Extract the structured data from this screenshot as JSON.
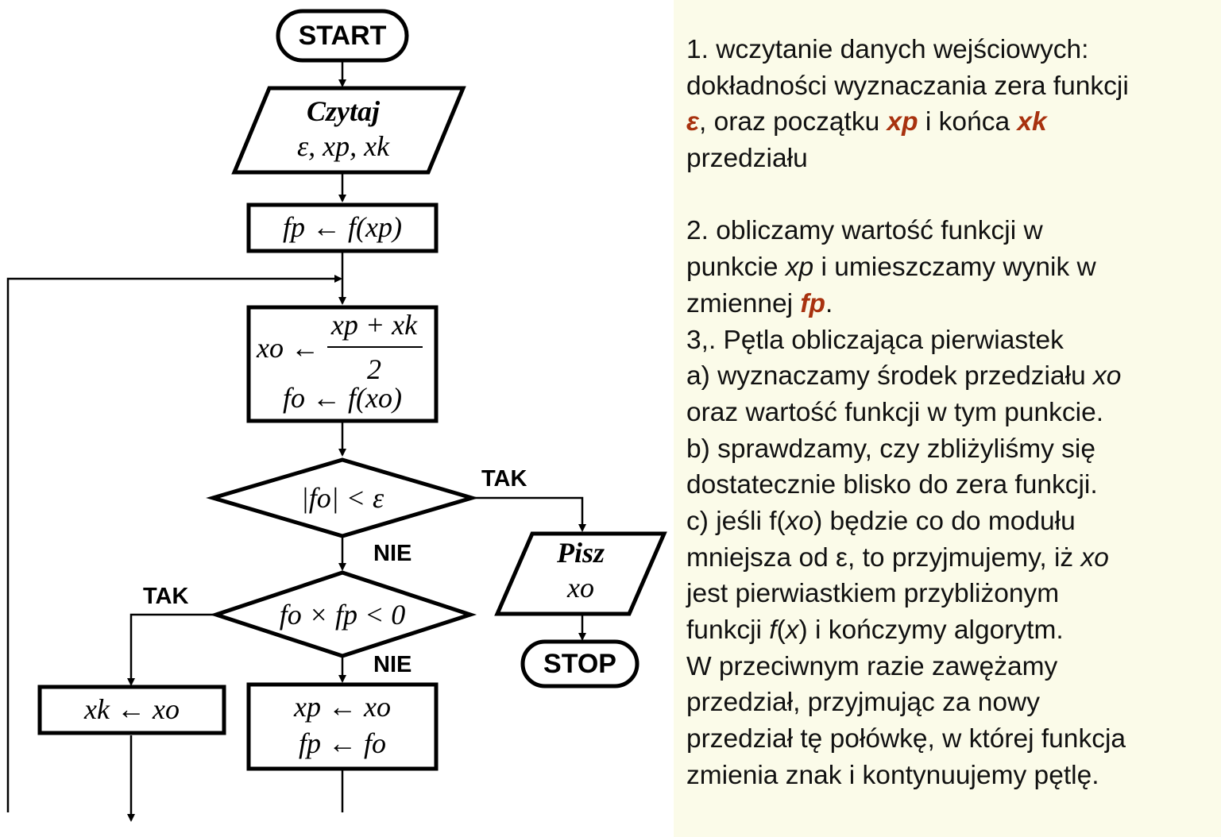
{
  "flowchart": {
    "start": "START",
    "read_title": "Czytaj",
    "read_vars": "ε, xp, xk",
    "init": "fp ← f(xp)",
    "mid_x": "xo ←",
    "mid_num": "xp + xk",
    "mid_den": "2",
    "mid_f": "fo ← f(xo)",
    "cond1": "|fo| < ε",
    "cond2": "fo × fp < 0",
    "yes": "TAK",
    "no": "NIE",
    "assign_xk": "xk ← xo",
    "assign_xp": "xp ← xo",
    "assign_fp": "fp ← fo",
    "print_title": "Pisz",
    "print_var": "xo",
    "stop": "STOP"
  },
  "description": {
    "l1": "1. wczytanie danych wejściowych:",
    "l2": "dokładności wyznaczania zera funkcji",
    "l3a": "ε",
    "l3b": ", oraz początku ",
    "l3c": "xp",
    "l3d": " i końca ",
    "l3e": "xk",
    "l4": "przedziału",
    "l5": "2. obliczamy wartość funkcji w",
    "l6a": "punkcie ",
    "l6b": "xp",
    "l6c": " i umieszczamy wynik w",
    "l7a": "zmiennej ",
    "l7b": "fp",
    "l7c": ".",
    "l8": "3,. Pętla obliczająca pierwiastek",
    "l9a": "a) wyznaczamy środek przedziału ",
    "l9b": "xo",
    "l10": "oraz wartość funkcji w tym punkcie.",
    "l11": "b) sprawdzamy, czy zbliżyliśmy się",
    "l12": "dostatecznie blisko do zera funkcji.",
    "l13a": "c) jeśli f(",
    "l13b": "xo",
    "l13c": ") będzie co do modułu",
    "l14a": "mniejsza od ε, to przyjmujemy, iż ",
    "l14b": "xo",
    "l15": "jest pierwiastkiem przybliżonym",
    "l16a": "funkcji ",
    "l16b": "f",
    "l16c": "(",
    "l16d": "x",
    "l16e": ") i kończymy algorytm.",
    "l17": "W przeciwnym razie zawężamy",
    "l18": "przedział, przyjmując za nowy",
    "l19": "przedział tę połówkę, w której funkcja",
    "l20": "zmienia znak i kontynuujemy pętlę."
  },
  "colors": {
    "highlight": "#a8320f",
    "panel_bg": "#fbfbe9"
  }
}
